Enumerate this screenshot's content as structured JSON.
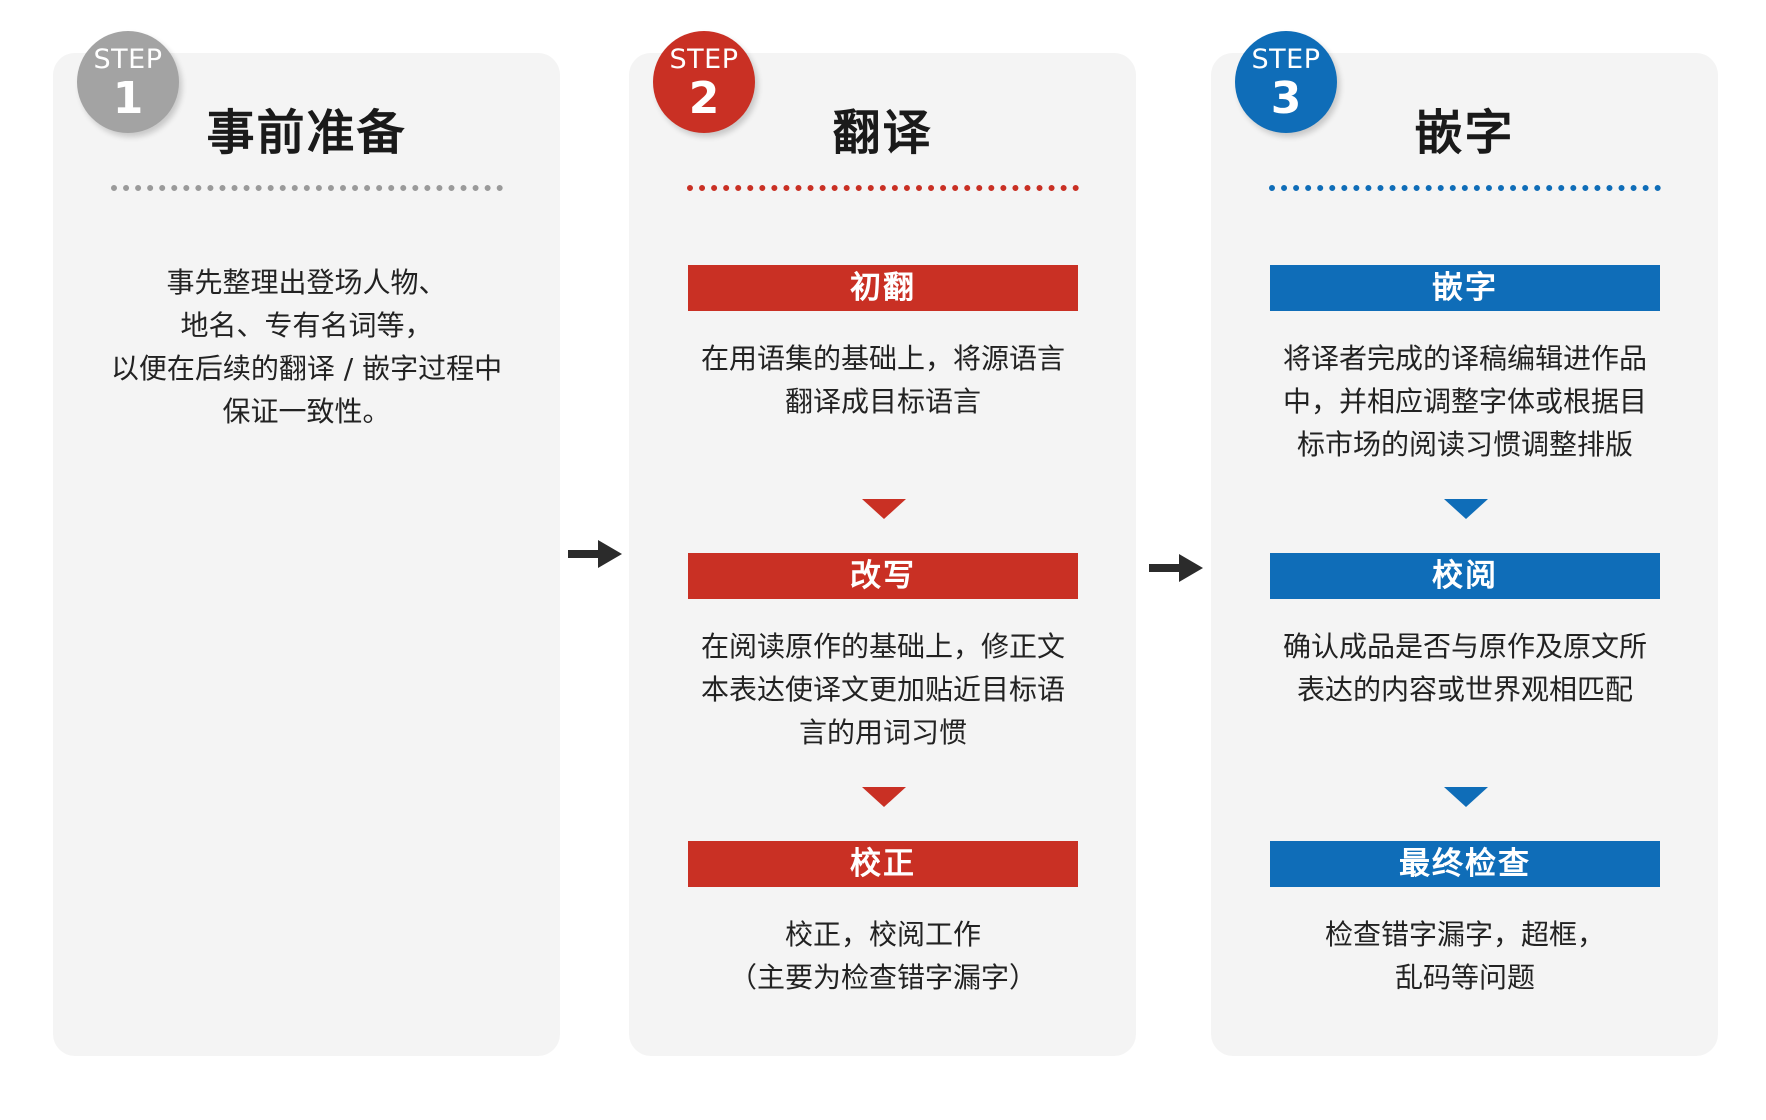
{
  "colors": {
    "grey": "#a3a3a3",
    "red": "#c93024",
    "blue": "#0f6db8",
    "panel": "#f4f4f4",
    "arrow": "#2b2b2b"
  },
  "steps": [
    {
      "step_label": "STEP",
      "number": "1",
      "title": "事前准备",
      "intro": [
        "事先整理出登场人物、",
        "地名、专有名词等，",
        "以便在后续的翻译 / 嵌字过程中",
        "保证一致性。"
      ]
    },
    {
      "step_label": "STEP",
      "number": "2",
      "title": "翻译",
      "substeps": [
        {
          "label": "初翻",
          "desc": [
            "在用语集的基础上，将源语言",
            "翻译成目标语言"
          ]
        },
        {
          "label": "改写",
          "desc": [
            "在阅读原作的基础上，修正文",
            "本表达使译文更加贴近目标语",
            "言的用词习惯"
          ]
        },
        {
          "label": "校正",
          "desc": [
            "校正，校阅工作",
            "（主要为检查错字漏字）"
          ]
        }
      ]
    },
    {
      "step_label": "STEP",
      "number": "3",
      "title": "嵌字",
      "substeps": [
        {
          "label": "嵌字",
          "desc": [
            "将译者完成的译稿编辑进作品",
            "中，并相应调整字体或根据目",
            "标市场的阅读习惯调整排版"
          ]
        },
        {
          "label": "校阅",
          "desc": [
            "确认成品是否与原作及原文所",
            "表达的内容或世界观相匹配"
          ]
        },
        {
          "label": "最终检查",
          "desc": [
            "检查错字漏字，超框，",
            "乱码等问题"
          ]
        }
      ]
    }
  ],
  "connectors": [
    {
      "icon": "right-arrow-icon"
    },
    {
      "icon": "right-arrow-icon"
    }
  ]
}
